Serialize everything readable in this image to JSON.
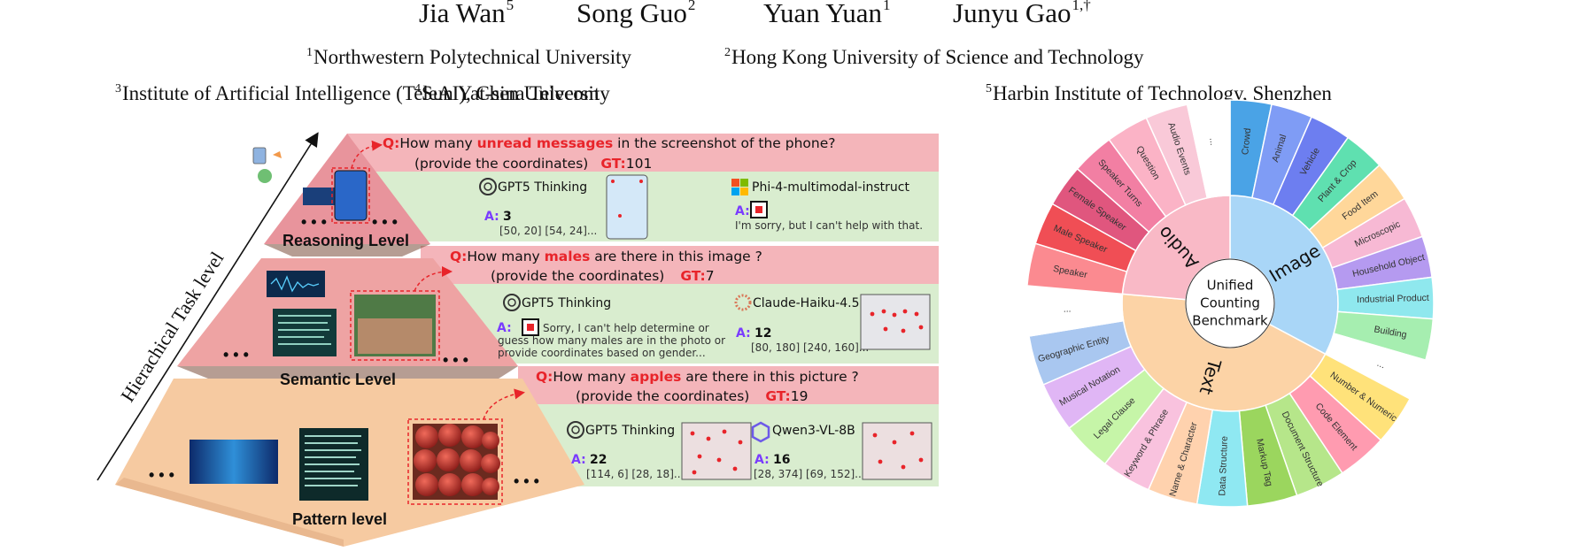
{
  "authors": [
    {
      "name": "Jia Wan",
      "sup": "5"
    },
    {
      "name": "Song Guo",
      "sup": "2"
    },
    {
      "name": "Yuan Yuan",
      "sup": "1"
    },
    {
      "name": "Junyu Gao",
      "sup": "1,†"
    }
  ],
  "affiliations": [
    {
      "sup": "1",
      "text": "Northwestern Polytechnical University"
    },
    {
      "sup": "2",
      "text": "Hong Kong University of Science and Technology"
    },
    {
      "sup": "3",
      "text": "Institute of Artificial Intelligence (TeleAI), China Telecom"
    },
    {
      "sup": "4",
      "text": "Sun Yat-sen University"
    },
    {
      "sup": "5",
      "text": "Harbin Institute of Technology, Shenzhen"
    }
  ],
  "pyramid": {
    "axis_label": "Hierachical Task level",
    "ellipsis": "• • •",
    "levels": [
      {
        "name": "Reasoning Level",
        "q_prefix": "Q:",
        "q_before": "How many ",
        "q_highlight": "unread messages",
        "q_after": " in the screenshot of the phone?",
        "q_line2": "(provide the coordinates)",
        "gt_label": "GT:",
        "gt_value": "101",
        "model_a": {
          "name": "GPT5 Thinking",
          "a_label": "A:",
          "answer": "3",
          "coords": "[50, 20] [54, 24]..."
        },
        "model_b": {
          "name": "Phi-4-multimodal-instruct",
          "a_label": "A:",
          "text": "I'm sorry, but I can't help with that."
        }
      },
      {
        "name": "Semantic Level",
        "q_prefix": "Q:",
        "q_before": "How many ",
        "q_highlight": "males",
        "q_after": " are there in this image ?",
        "q_line2": "(provide the coordinates)",
        "gt_label": "GT:",
        "gt_value": "7",
        "model_a": {
          "name": "GPT5 Thinking",
          "a_label": "A:",
          "line1": "Sorry, I can't help determine or",
          "line2": "guess how many males are in the photo or",
          "line3": "provide coordinates based on gender..."
        },
        "model_b": {
          "name": "Claude-Haiku-4.5",
          "a_label": "A:",
          "answer": "12",
          "coords": "[80, 180] [240, 160]..."
        }
      },
      {
        "name": "Pattern level",
        "q_prefix": "Q:",
        "q_before": "How many ",
        "q_highlight": "apples",
        "q_after": " are there in this picture ?",
        "q_line2": "(provide the coordinates)",
        "gt_label": "GT:",
        "gt_value": "19",
        "model_a": {
          "name": "GPT5 Thinking",
          "a_label": "A:",
          "answer": "22",
          "coords": "[114, 6] [28, 18]..."
        },
        "model_b": {
          "name": "Qwen3-VL-8B",
          "a_label": "A:",
          "answer": "16",
          "coords": "[28, 374] [69, 152]..."
        }
      }
    ]
  },
  "wheel": {
    "center": [
      "Unified",
      "Counting",
      "Benchmark"
    ],
    "modalities": [
      {
        "name": "Image",
        "color": "#a9d6f7"
      },
      {
        "name": "Text",
        "color": "#fcd3a6"
      },
      {
        "name": "Audio",
        "color": "#f9b9c6"
      }
    ],
    "image_items": [
      "Crowd",
      "Animal",
      "Vehicle",
      "Plant & Crop",
      "Food Item",
      "Microscopic",
      "Household Object",
      "Industrial Product",
      "Building",
      "..."
    ],
    "text_items": [
      "Number & Numeric",
      "Code Element",
      "Document Structure",
      "Markup Tag",
      "Data Structure",
      "Name & Character",
      "Keyword & Phrase",
      "Legal Clause",
      "Musical Notation",
      "Geographic Entity",
      "..."
    ],
    "audio_items": [
      "Speaker",
      "Male Speaker",
      "Female Speaker",
      "Speaker Turns",
      "Question",
      "Audio Events",
      "..."
    ],
    "colors": {
      "image": [
        "#4aa3e6",
        "#7f9cf5",
        "#6d7ef0",
        "#5fe0b0",
        "#ffd79a",
        "#f7b9d4",
        "#b59af0",
        "#8fe8ee",
        "#a6eeb0",
        "#ffffff"
      ],
      "text": [
        "#ffe27a",
        "#ff9bb0",
        "#b6e68a",
        "#9bd65e",
        "#8fe8f2",
        "#ffd2ae",
        "#f9c2de",
        "#c6f5a8",
        "#e0b6f5",
        "#a9c7f0",
        "#ffffff"
      ],
      "audio": [
        "#fb8a90",
        "#f04e55",
        "#e0567e",
        "#f27fa3",
        "#fbb3c6",
        "#f9c9d8",
        "#ffffff"
      ]
    }
  }
}
